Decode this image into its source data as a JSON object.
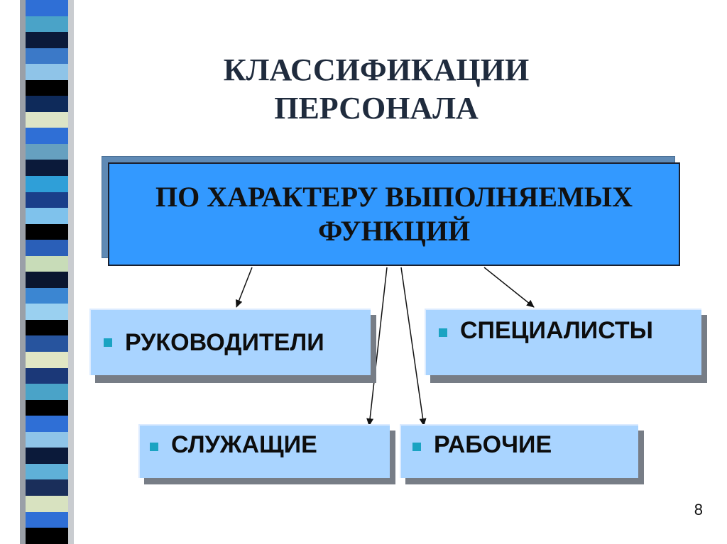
{
  "title": "КЛАССИФИКАЦИИ\nПЕРСОНАЛА",
  "title_lines": [
    "КЛАССИФИКАЦИИ",
    "ПЕРСОНАЛА"
  ],
  "main_box": {
    "lines": [
      "ПО ХАРАКТЕРУ ВЫПОЛНЯЕМЫХ",
      "ФУНКЦИЙ"
    ]
  },
  "categories": [
    {
      "label": "РУКОВОДИТЕЛИ"
    },
    {
      "label": "СПЕЦИАЛИСТЫ"
    },
    {
      "label": "СЛУЖАЩИЕ"
    },
    {
      "label": "РАБОЧИЕ"
    }
  ],
  "page_number": "8",
  "colors": {
    "main_box": "#3399ff",
    "category_box": "#a9d4ff",
    "bullet": "#1aa3c2",
    "title": "#1f2b3d"
  },
  "strip_colors": [
    "#2f6fd6",
    "#4aa3c8",
    "#0b1a3a",
    "#3b79c8",
    "#8fc4e8",
    "#000000",
    "#0e2a5a",
    "#dde4c6",
    "#2f6fd6",
    "#66a0c0",
    "#0b1a3a",
    "#2f9fd8",
    "#1a3f8a",
    "#7fc2ec",
    "#000000",
    "#2a5fb8",
    "#c8dcb8",
    "#0a1630",
    "#3b86d2",
    "#9ad0f0",
    "#000000",
    "#27549e",
    "#e0e6c4",
    "#1b3878",
    "#4aa3c8",
    "#000000",
    "#2f6fd6",
    "#8fc4e8",
    "#0b1a3a",
    "#5fb0d8",
    "#1a2e5a",
    "#d8e2c0",
    "#2f6fd6",
    "#000000"
  ]
}
